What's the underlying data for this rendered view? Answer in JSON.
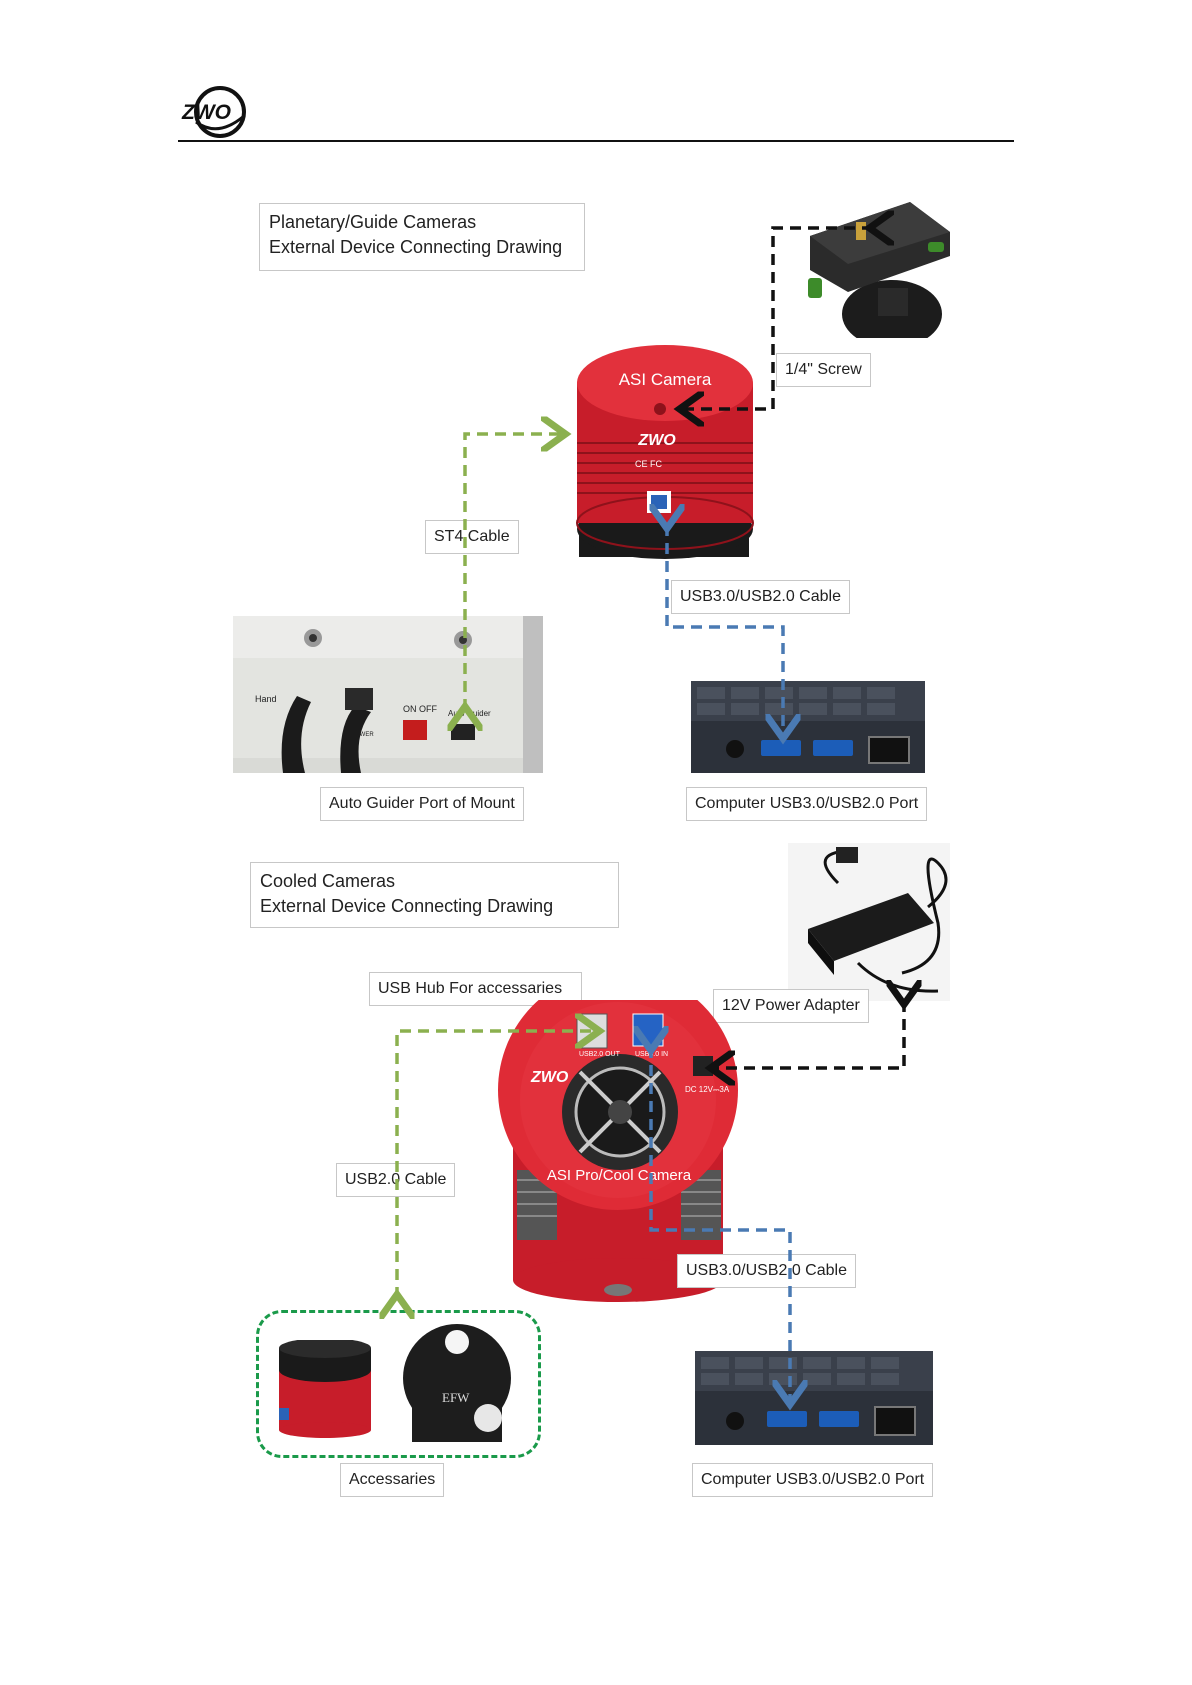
{
  "header": {
    "logo_text": "ZWO"
  },
  "section1": {
    "title_line1": "Planetary/Guide Cameras",
    "title_line2": "External Device Connecting Drawing",
    "camera_text": "ASI Camera",
    "camera_logo": "ZWO",
    "camera_cert": "CE FC",
    "screw_label": "1/4\" Screw",
    "st4_label": "ST4 Cable",
    "usb_cable_label": "USB3.0/USB2.0 Cable",
    "mount_label": "Auto Guider Port of Mount",
    "computer_label": "Computer USB3.0/USB2.0 Port",
    "mount_port_text": "Auto Guider",
    "mount_switch_text": "ON  OFF",
    "mount_hand_text": "Hand",
    "mount_power_text": "POWER"
  },
  "section2": {
    "title_line1": "Cooled Cameras",
    "title_line2": "External Device Connecting Drawing",
    "hub_label": "USB Hub For accessaries",
    "power_label": "12V Power Adapter",
    "usb2_label": "USB2.0 Cable",
    "usb3_label": "USB3.0/USB2.0 Cable",
    "accessories_label": "Accessaries",
    "computer_label": "Computer USB3.0/USB2.0 Port",
    "camera_text": "ASI Pro/Cool Camera",
    "camera_logo": "ZWO",
    "usb2out_text": "USB2.0 OUT",
    "usb3in_text": "USB3.0 IN",
    "dc_text": "DC 12V⎓3A",
    "efw_text": "EFW"
  },
  "colors": {
    "green_dash": "#8bb04f",
    "blue_dash": "#4a7ab3",
    "black_dash": "#111111",
    "accessory_box": "#1a9a4a",
    "camera_red": "#d8202e"
  }
}
